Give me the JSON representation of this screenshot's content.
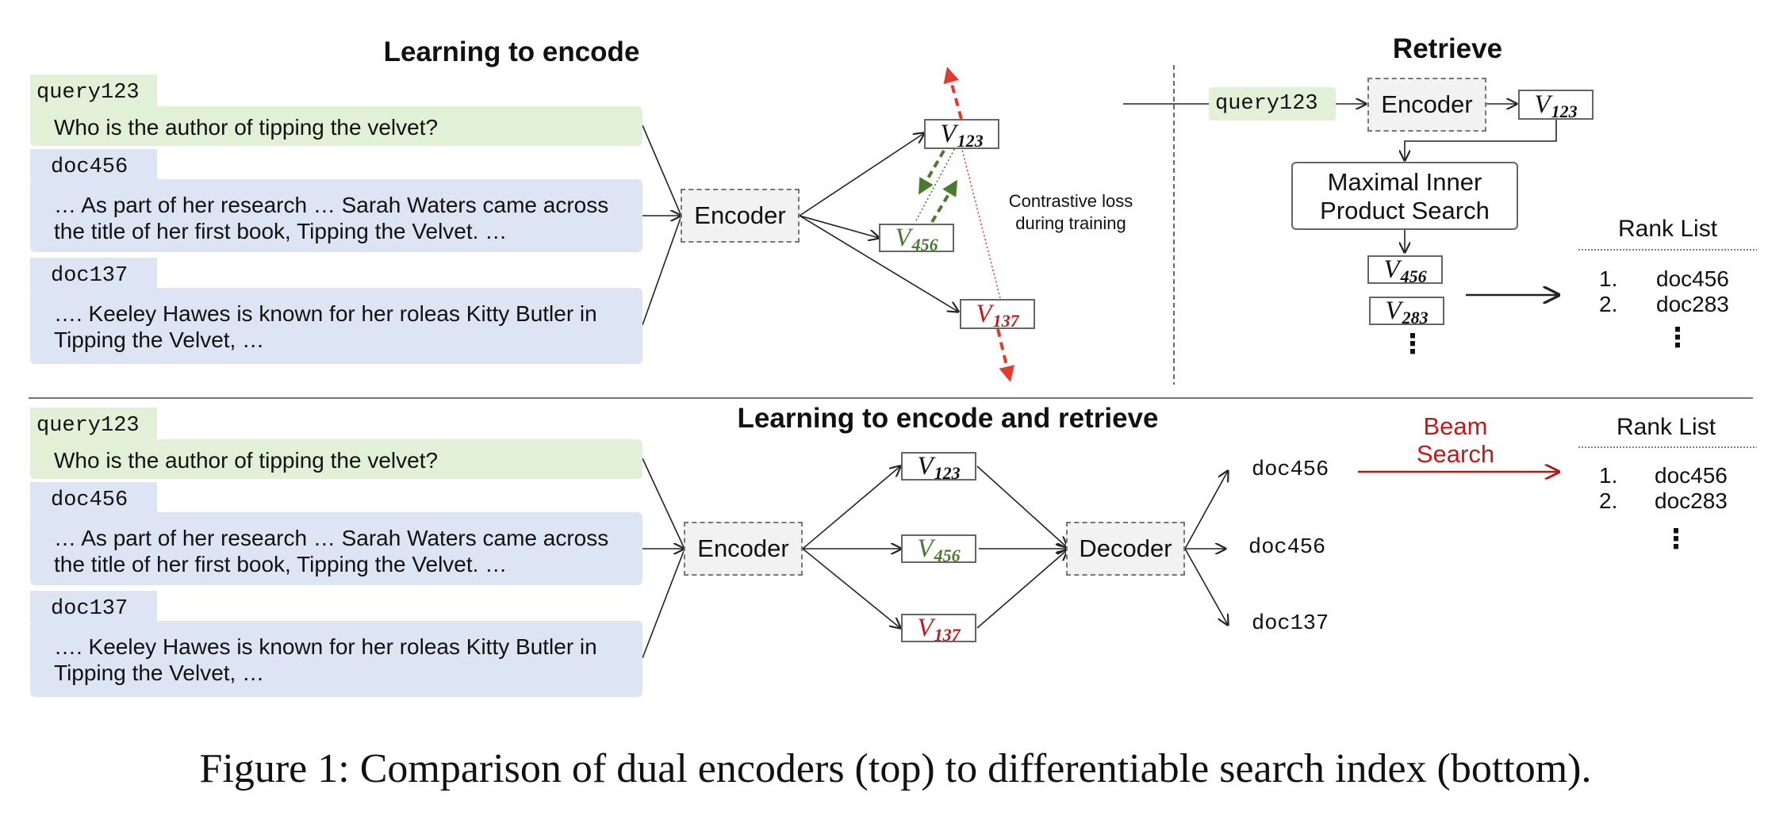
{
  "top": {
    "title": "Learning to encode",
    "query_tag": "query123",
    "query_text": "Who is the author of tipping the velvet?",
    "doc1_tag": "doc456",
    "doc1_text": "… As part of her research … Sarah Waters came across the title of her first book, Tipping the Velvet. …",
    "doc2_tag": "doc137",
    "doc2_text": "….  Keeley Hawes is known for her roleas Kitty Butler in Tipping the Velvet, …",
    "encoder": "Encoder",
    "v123": "V",
    "v123_sub": "123",
    "v456": "V",
    "v456_sub": "456",
    "v137": "V",
    "v137_sub": "137",
    "loss_label": "Contrastive loss during training"
  },
  "retrieve": {
    "title": "Retrieve",
    "query_tag": "query123",
    "encoder": "Encoder",
    "v123": "V",
    "v123_sub": "123",
    "mips": "Maximal Inner Product Search",
    "v456": "V",
    "v456_sub": "456",
    "v283": "V",
    "v283_sub": "283",
    "dots": "⋮",
    "rank_title": "Rank List",
    "rank_items": [
      {
        "num": "1.",
        "doc": "doc456"
      },
      {
        "num": "2.",
        "doc": "doc283"
      }
    ],
    "rank_dots": "⋮"
  },
  "bottom": {
    "title": "Learning to encode and retrieve",
    "query_tag": "query123",
    "query_text": "Who is the author of tipping the velvet?",
    "doc1_tag": "doc456",
    "doc1_text": "… As part of her research … Sarah Waters came across the title of her first book, Tipping the Velvet. …",
    "doc2_tag": "doc137",
    "doc2_text": "….  Keeley Hawes is known for her roleas Kitty Butler in Tipping the Velvet, …",
    "encoder": "Encoder",
    "v123": "V",
    "v123_sub": "123",
    "v456": "V",
    "v456_sub": "456",
    "v137": "V",
    "v137_sub": "137",
    "decoder": "Decoder",
    "out1": "doc456",
    "out2": "doc456",
    "out3": "doc137",
    "beam_label": "Beam Search",
    "rank_title": "Rank List",
    "rank_items": [
      {
        "num": "1.",
        "doc": "doc456"
      },
      {
        "num": "2.",
        "doc": "doc283"
      }
    ],
    "rank_dots": "⋮"
  },
  "caption": "Figure 1: Comparison of dual encoders (top) to differentiable search index (bottom).",
  "colors": {
    "query_bg": "#e3f0d8",
    "doc_bg": "#dde4f3",
    "positive": "#4a7a2c",
    "negative": "#c01a1a",
    "loss_arrow": "#e23b2e"
  }
}
